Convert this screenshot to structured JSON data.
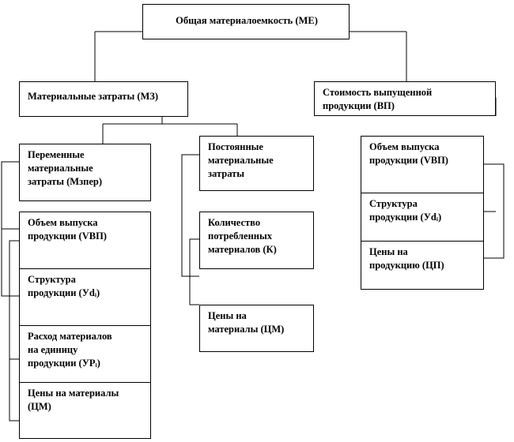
{
  "nodes": {
    "root": "Общая материалоемкость (МЕ)",
    "material_costs": "Материальные затраты (МЗ)",
    "output_value": "Стоимость выпущенной\nпродукции (ВП)",
    "variable_costs": "Переменные\nматериальные\nзатраты (Мзпер)",
    "fixed_costs": "Постоянные\nматериальные\nзатраты",
    "left_output_volume": "Объем выпуска\nпродукции (VВП)",
    "left_structure": "Структура\nпродукции (Уdᵢ)",
    "material_use_per_unit": "Расход материалов\nна единицу\nпродукции (УРᵢ)",
    "left_material_prices": "Цены на материалы\n(ЦМ)",
    "consumed_quantity": "Количество\nпотребленных\nматериалов (К)",
    "mid_material_prices": "Цены на\nматериалы (ЦМ)",
    "right_output_volume": "Объем выпуска\nпродукции (VВП)",
    "right_structure": "Структура\nпродукции (Уdᵢ)",
    "product_prices": "Цены на\nпродукцию (ЦП)"
  }
}
